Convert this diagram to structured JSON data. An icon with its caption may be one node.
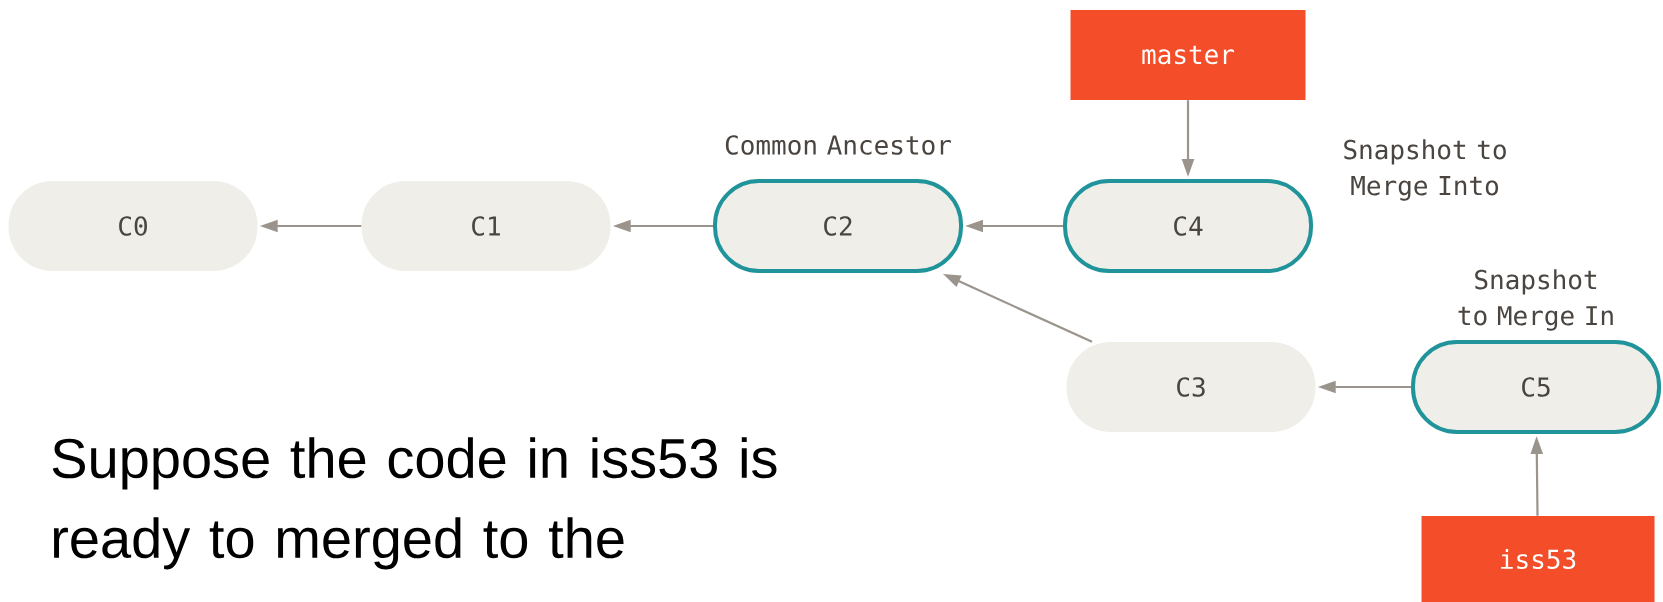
{
  "diagram": {
    "nodes": [
      {
        "text": [
          "C0"
        ]
      },
      {
        "text": [
          "C1"
        ]
      },
      {
        "text": [
          "C2"
        ],
        "beside": [
          "Common Ancestor"
        ]
      },
      {
        "text": [
          "C4"
        ],
        "beside": [
          "Snapshot to Merge Into"
        ]
      },
      {
        "text": [
          "master"
        ]
      },
      {
        "text": [
          "C3"
        ]
      },
      {
        "text": [
          "C5"
        ],
        "beside": [
          "Snapshot to Merge In"
        ]
      },
      {
        "text": [
          "iss53"
        ]
      }
    ],
    "edges": [
      {
        "from": 1,
        "to": 0,
        "arrow": "to"
      },
      {
        "from": 2,
        "to": 1,
        "arrow": "to"
      },
      {
        "from": 3,
        "to": 2,
        "arrow": "to"
      },
      {
        "from": 4,
        "to": 3,
        "arrow": "to"
      },
      {
        "from": 5,
        "to": 2,
        "arrow": "to"
      },
      {
        "from": 6,
        "to": 5,
        "arrow": "to"
      },
      {
        "from": 7,
        "to": 6,
        "arrow": "to"
      }
    ],
    "labels": [
      "Suppose the code in iss53 is ready to merged to the"
    ]
  }
}
